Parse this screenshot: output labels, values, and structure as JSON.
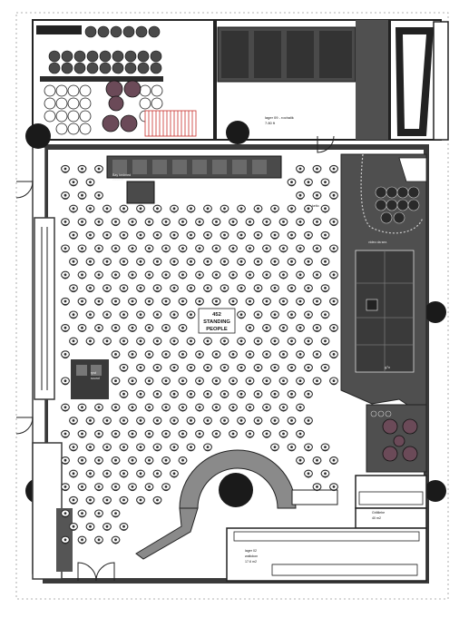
{
  "plan": {
    "capacity_label": [
      "452",
      "STANDING",
      "PEOPLE"
    ],
    "labels": {
      "upper_note": [
        "lager 09 - rochalik",
        "7.80 ft"
      ],
      "stage_note": [
        "video da sez."
      ],
      "right_note": [
        "g7o"
      ],
      "left_note": [
        "rpst",
        "sound"
      ],
      "lower_note": [
        "lager 02",
        "waltokon",
        "17.6 m2"
      ],
      "bottom_right_note": [
        "Griltilehe",
        "40 m2"
      ],
      "bar_note": [
        "kelto"
      ],
      "ticket_note": [
        "Bay bedmed",
        "Zoobiat"
      ]
    },
    "colors": {
      "wall": "#3a3a3a",
      "dark_zone": "#4f4f4f",
      "stair": "#c9302c",
      "column": "#1a1a1a",
      "stool": "#6b4a58",
      "people": "#2b2b2b"
    }
  }
}
